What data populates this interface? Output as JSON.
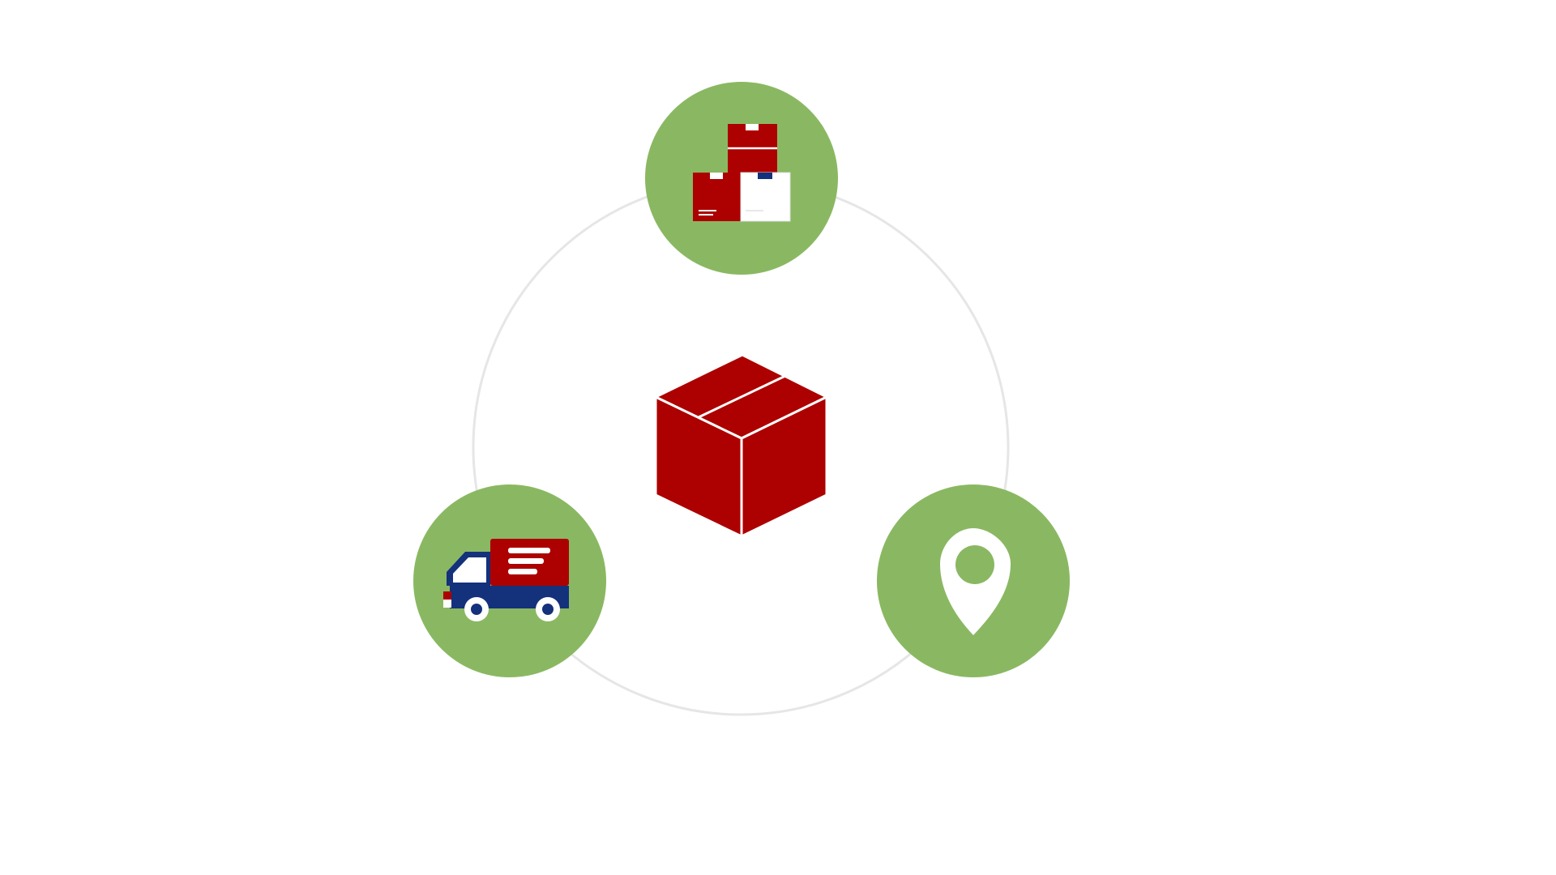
{
  "diagram": {
    "type": "cycle",
    "center_node": {
      "icon": "package-box-icon"
    },
    "nodes": [
      {
        "id": "warehouse",
        "icon": "stacked-boxes-icon"
      },
      {
        "id": "delivery",
        "icon": "delivery-truck-icon"
      },
      {
        "id": "destination",
        "icon": "location-pin-icon"
      }
    ]
  },
  "colors": {
    "node_fill": "#8AB862",
    "box_red": "#AD0000",
    "truck_blue": "#14317C",
    "ring_stroke": "#E6E6E6",
    "white": "#FFFFFF"
  }
}
